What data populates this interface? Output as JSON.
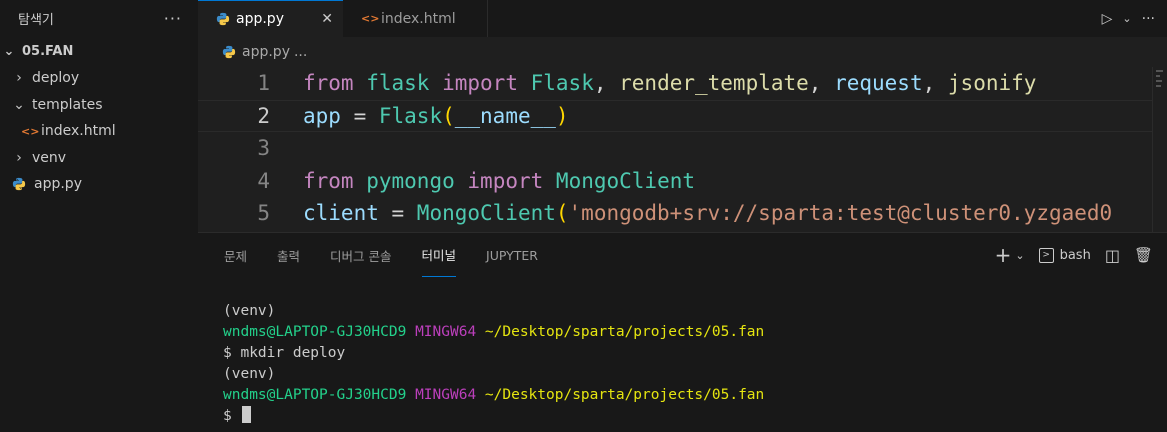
{
  "sidebar": {
    "title": "탐색기",
    "more": "···",
    "root": "05.FAN",
    "items": [
      {
        "label": "deploy",
        "type": "folder",
        "expanded": false
      },
      {
        "label": "templates",
        "type": "folder",
        "expanded": true
      },
      {
        "label": "index.html",
        "type": "html-file"
      },
      {
        "label": "venv",
        "type": "folder",
        "expanded": false
      },
      {
        "label": "app.py",
        "type": "python-file"
      }
    ]
  },
  "editor": {
    "tabs": [
      {
        "label": "app.py",
        "active": true,
        "close": "✕"
      },
      {
        "label": "index.html",
        "active": false
      }
    ],
    "breadcrumb": {
      "file": "app.py",
      "more": "..."
    },
    "line_numbers": [
      "1",
      "2",
      "3",
      "4",
      "5"
    ],
    "code": {
      "l1": {
        "from": "from",
        "mod": "flask",
        "import": "import",
        "names": "Flask, render_template, request, jsonify",
        "n1": "Flask",
        "c1": ", ",
        "n2": "render_template",
        "c2": ", ",
        "n3": "request",
        "c3": ", ",
        "n4": "jsonify"
      },
      "l2": {
        "var": "app",
        "eq": " = ",
        "cls": "Flask",
        "open": "(",
        "arg": "__name__",
        "close": ")"
      },
      "l4": {
        "from": "from",
        "mod": "pymongo",
        "import": "import",
        "cls": "MongoClient"
      },
      "l5": {
        "var": "client",
        "eq": " = ",
        "cls": "MongoClient",
        "open": "(",
        "str": "'mongodb+srv://sparta:test@cluster0.yzgaed0"
      }
    }
  },
  "panel": {
    "tabs": [
      "문제",
      "출력",
      "디버그 콘솔",
      "터미널",
      "JUPYTER"
    ],
    "active_tab": "터미널",
    "add": "+",
    "shell": "bash",
    "terminal": {
      "l1": "(venv)",
      "l2_user": "wndms@LAPTOP-GJ30HCD9",
      "l2_env": "MINGW64",
      "l2_path": "~/Desktop/sparta/projects/05.fan",
      "l3": "$ mkdir deploy",
      "l4": "(venv)",
      "l5_user": "wndms@LAPTOP-GJ30HCD9",
      "l5_env": "MINGW64",
      "l5_path": "~/Desktop/sparta/projects/05.fan",
      "l6": "$ "
    }
  },
  "colors": {
    "accent": "#0078d4",
    "keyword": "#c586c0",
    "module": "#4ec9b0",
    "string": "#ce9178",
    "terminal_user": "#23d18b",
    "terminal_env": "#bc3fbc",
    "terminal_path": "#e5e510"
  }
}
